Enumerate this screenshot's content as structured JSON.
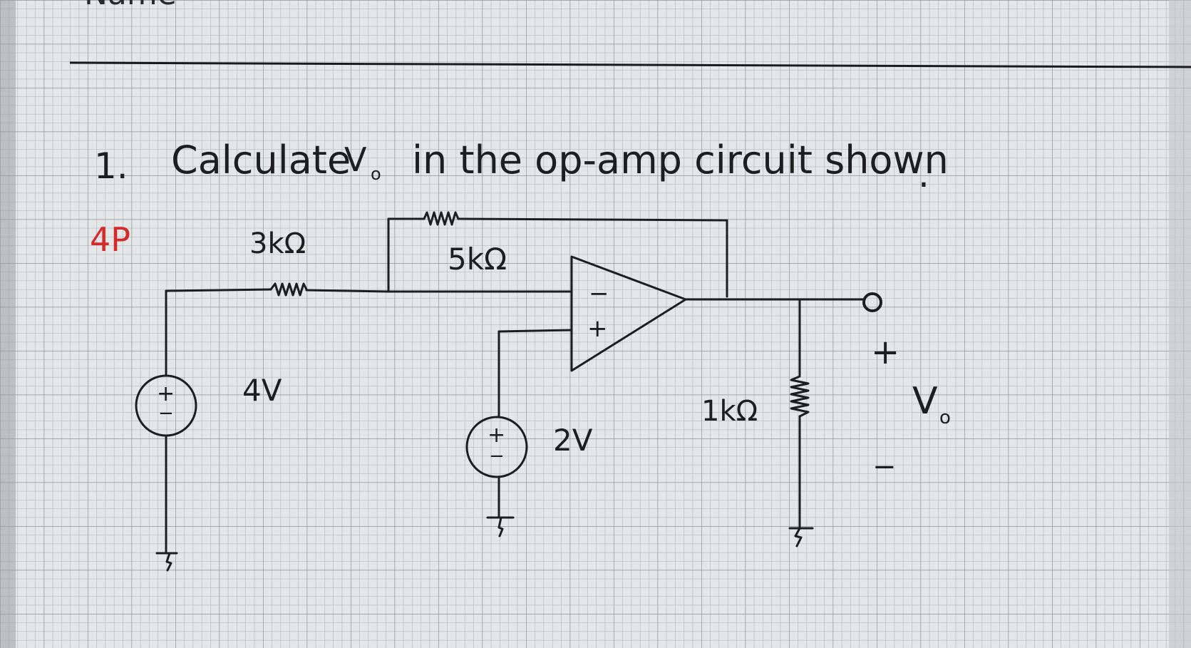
{
  "header": {
    "partial_title": "Name"
  },
  "problem": {
    "number": "1.",
    "text_before": "Calculate",
    "var_main": "V",
    "var_sub": "o",
    "text_after": "in the op-amp circuit shown",
    "end_mark": "."
  },
  "annotation": {
    "text": "4P",
    "color": "#d32a2a"
  },
  "circuit": {
    "r_input_label": "3kΩ",
    "r_feedback_label": "5kΩ",
    "r_load_label": "1kΩ",
    "source_left_label": "4V",
    "source_mid_label": "2V",
    "source_plus": "+",
    "source_minus": "−",
    "opamp_inverting": "−",
    "opamp_noninverting": "+",
    "out_plus": "+",
    "out_minus": "−",
    "out_var_main": "V",
    "out_var_sub": "o"
  },
  "colors": {
    "ink": "#1e1e1e",
    "paper": "#e6e8e9",
    "grid": "#a9aeb1",
    "red_ink": "#d32a2a"
  }
}
